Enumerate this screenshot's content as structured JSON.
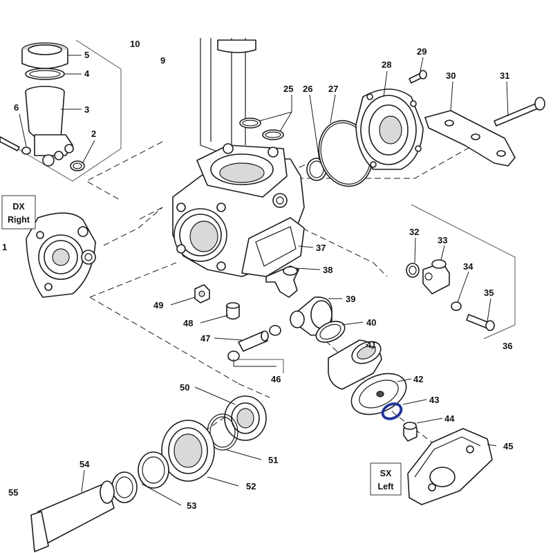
{
  "diagram": {
    "callouts": [
      "1",
      "2",
      "3",
      "4",
      "5",
      "6",
      "9",
      "10",
      "25",
      "26",
      "27",
      "28",
      "29",
      "30",
      "31",
      "32",
      "33",
      "34",
      "35",
      "36",
      "37",
      "38",
      "39",
      "40",
      "41",
      "42",
      "43",
      "44",
      "45",
      "46",
      "47",
      "48",
      "49",
      "50",
      "51",
      "52",
      "53",
      "54",
      "55"
    ],
    "side_boxes": {
      "right": {
        "line1": "DX",
        "line2": "Right"
      },
      "left": {
        "line1": "SX",
        "line2": "Left"
      }
    },
    "highlighted_part": "43",
    "highlight_color": "#2a3fbf"
  }
}
